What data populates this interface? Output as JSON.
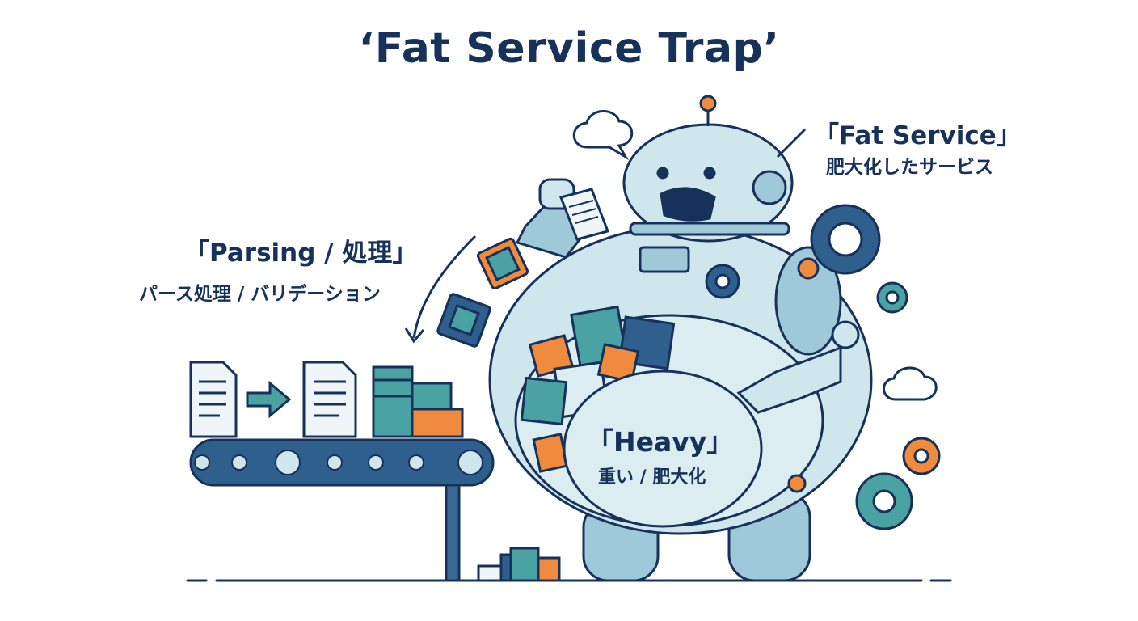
{
  "title": "‘Fat Service Trap’",
  "labels": {
    "parsing_en": "「Parsing / 処理」",
    "parsing_jp": "パース処理 / バリデーション",
    "fat_service_en": "「Fat Service」",
    "fat_service_jp": "肥大化したサービス",
    "heavy_en": "「Heavy」",
    "heavy_jp": "重い / 肥大化"
  },
  "colors": {
    "navy": "#1f4e79",
    "dark_navy": "#17325a",
    "teal": "#4aa3a2",
    "light_teal": "#cfe6ec",
    "orange": "#f08a3c",
    "white": "#ffffff"
  },
  "icons": [
    "document-icon",
    "arrow-right-icon",
    "chip-icon",
    "gear-icon",
    "cloud-bubble-icon",
    "conveyor-belt-icon",
    "robot-icon"
  ]
}
